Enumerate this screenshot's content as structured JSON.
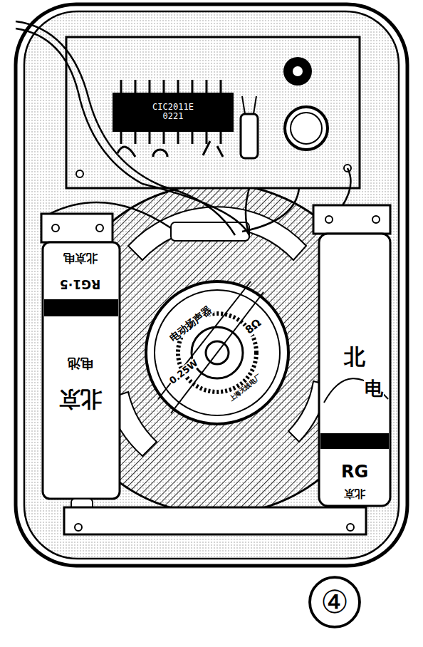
{
  "diagram": {
    "nodes": [
      {
        "text": [
          "CIC2011E",
          "0221"
        ]
      },
      {
        "text": [
          "④"
        ]
      }
    ],
    "labels": [
      "北京电",
      "RG1·5",
      "电池",
      "北京",
      "北",
      "电",
      "RG",
      "北京",
      "电动扬声器",
      "8Ω",
      "0.25W",
      "上海无线电厂"
    ]
  }
}
